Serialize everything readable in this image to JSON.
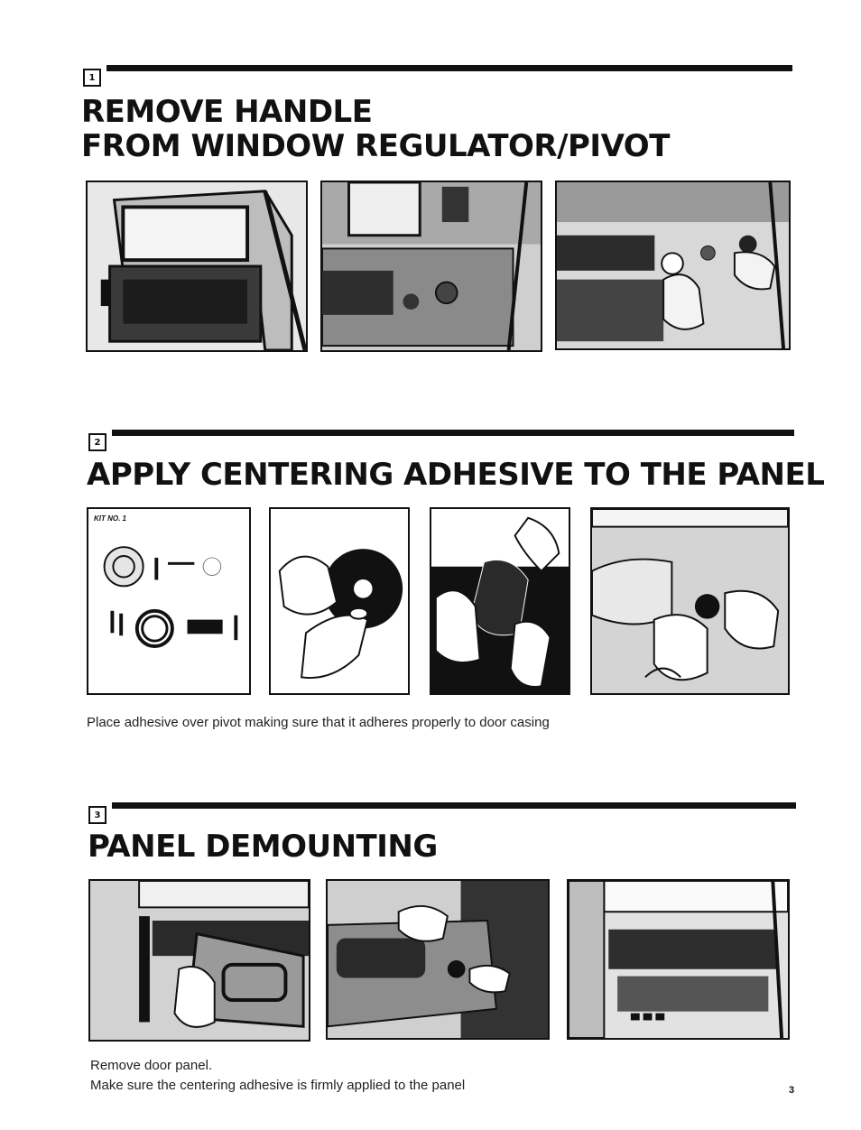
{
  "sections": [
    {
      "number": "1",
      "title_line1": "REMOVE HANDLE",
      "title_line2": "FROM WINDOW REGULATOR/PIVOT"
    },
    {
      "number": "2",
      "title": "APPLY CENTERING ADHESIVE TO THE PANEL",
      "kit_label": "KIT NO. 1",
      "caption": "Place adhesive over pivot making sure that it adheres properly to door casing"
    },
    {
      "number": "3",
      "title": "PANEL DEMOUNTING",
      "caption_line1": "Remove door panel.",
      "caption_line2": "Make sure the centering adhesive is firmly applied to the panel"
    }
  ],
  "page_number": "3"
}
